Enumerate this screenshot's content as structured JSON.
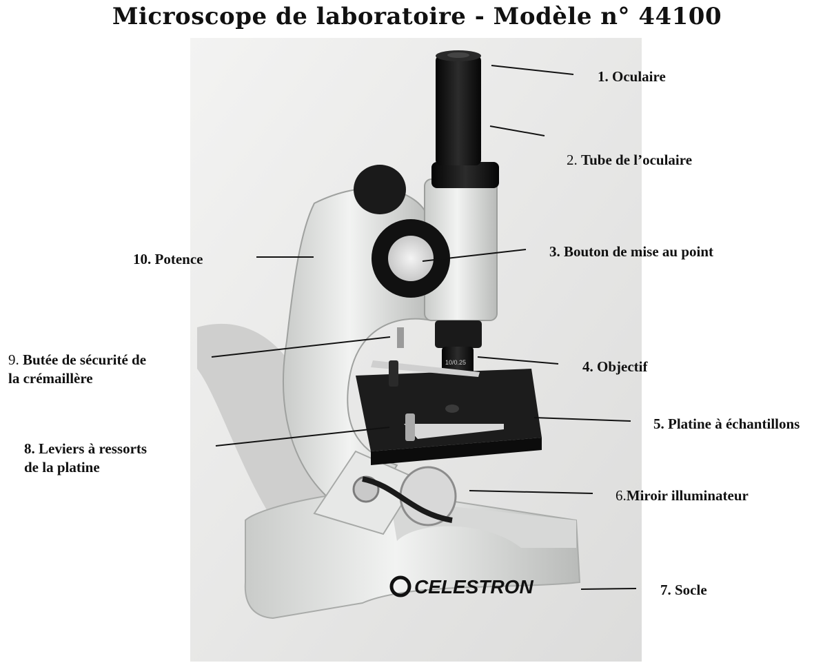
{
  "title": "Microscope de laboratoire - Modèle n° 44100",
  "brand": {
    "logo_text": "CELESTRON",
    "objective_marking": "10/0.25"
  },
  "labels": [
    {
      "num": "1.",
      "text": "Oculaire"
    },
    {
      "num": "2.",
      "text": "Tube de l’oculaire"
    },
    {
      "num": "3.",
      "text": "Bouton de mise au point"
    },
    {
      "num": "4.",
      "text": "Objectif"
    },
    {
      "num": "5.",
      "text": "Platine à échantillons"
    },
    {
      "num": "6.",
      "text": "Miroir illuminateur"
    },
    {
      "num": "7.",
      "text": "Socle"
    },
    {
      "num": "8.",
      "text": "Leviers à ressorts",
      "text2": "de la platine"
    },
    {
      "num": "9.",
      "text": "Butée de sécurité de",
      "text2": "la crémaillère"
    },
    {
      "num": "10.",
      "text": "Potence"
    }
  ],
  "colors": {
    "body": "#e6e8e6",
    "black_parts": "#141414",
    "stage": "#1c1c1c",
    "line": "#111111"
  }
}
